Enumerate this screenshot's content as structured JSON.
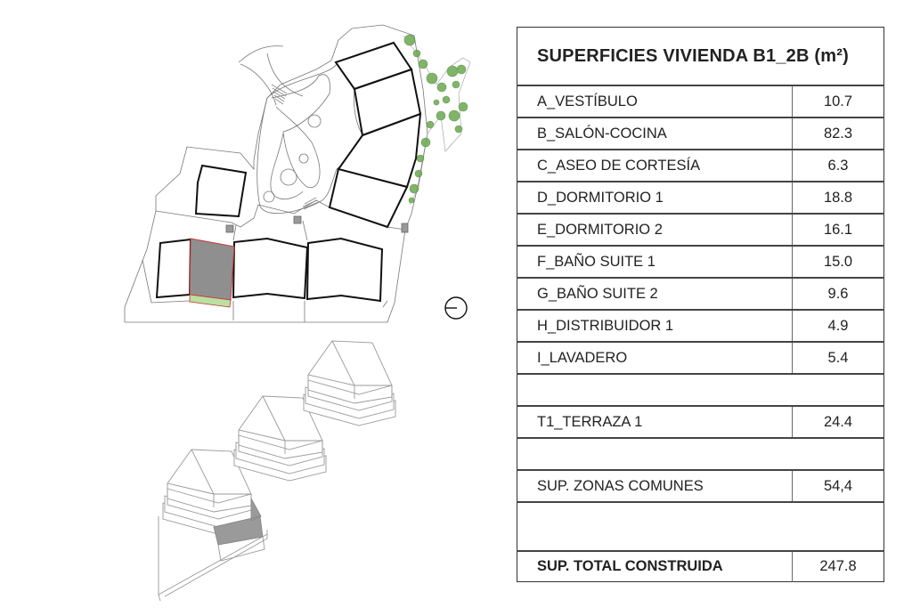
{
  "table": {
    "title": "SUPERFICIES VIVIENDA B1_2B (m²)",
    "rooms": [
      {
        "label": "A_VESTÍBULO",
        "value": "10.7"
      },
      {
        "label": "B_SALÓN-COCINA",
        "value": "82.3"
      },
      {
        "label": "C_ASEO DE CORTESÍA",
        "value": "6.3"
      },
      {
        "label": "D_DORMITORIO 1",
        "value": "18.8"
      },
      {
        "label": "E_DORMITORIO 2",
        "value": "16.1"
      },
      {
        "label": "F_BAÑO SUITE 1",
        "value": "15.0"
      },
      {
        "label": "G_BAÑO SUITE 2",
        "value": "9.6"
      },
      {
        "label": "H_DISTRIBUIDOR 1",
        "value": "4.9"
      },
      {
        "label": "I_LAVADERO",
        "value": "5.4"
      }
    ],
    "terrace": {
      "label": "T1_TERRAZA 1",
      "value": "24.4"
    },
    "common": {
      "label": "SUP. ZONAS COMUNES",
      "value": "54,4"
    },
    "total": {
      "label": "SUP. TOTAL CONSTRUIDA",
      "value": "247.8"
    }
  },
  "colors": {
    "highlight": "#8f8f8f",
    "terrace": "#b9e0a0",
    "vegetation": "#6aa84f",
    "outline": "#222222"
  }
}
